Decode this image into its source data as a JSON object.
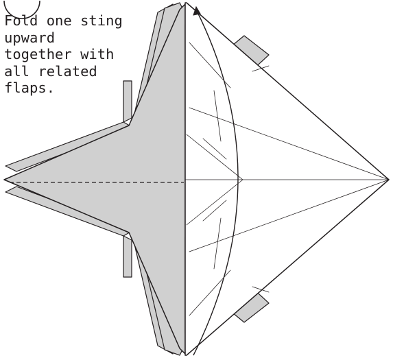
{
  "instruction": {
    "lines": [
      "Fold one sting",
      "upward",
      "together with",
      "all related",
      "flaps."
    ]
  },
  "colors": {
    "paper_shaded": "#d0d0d0",
    "paper_white": "#ffffff",
    "line": "#231f20"
  }
}
